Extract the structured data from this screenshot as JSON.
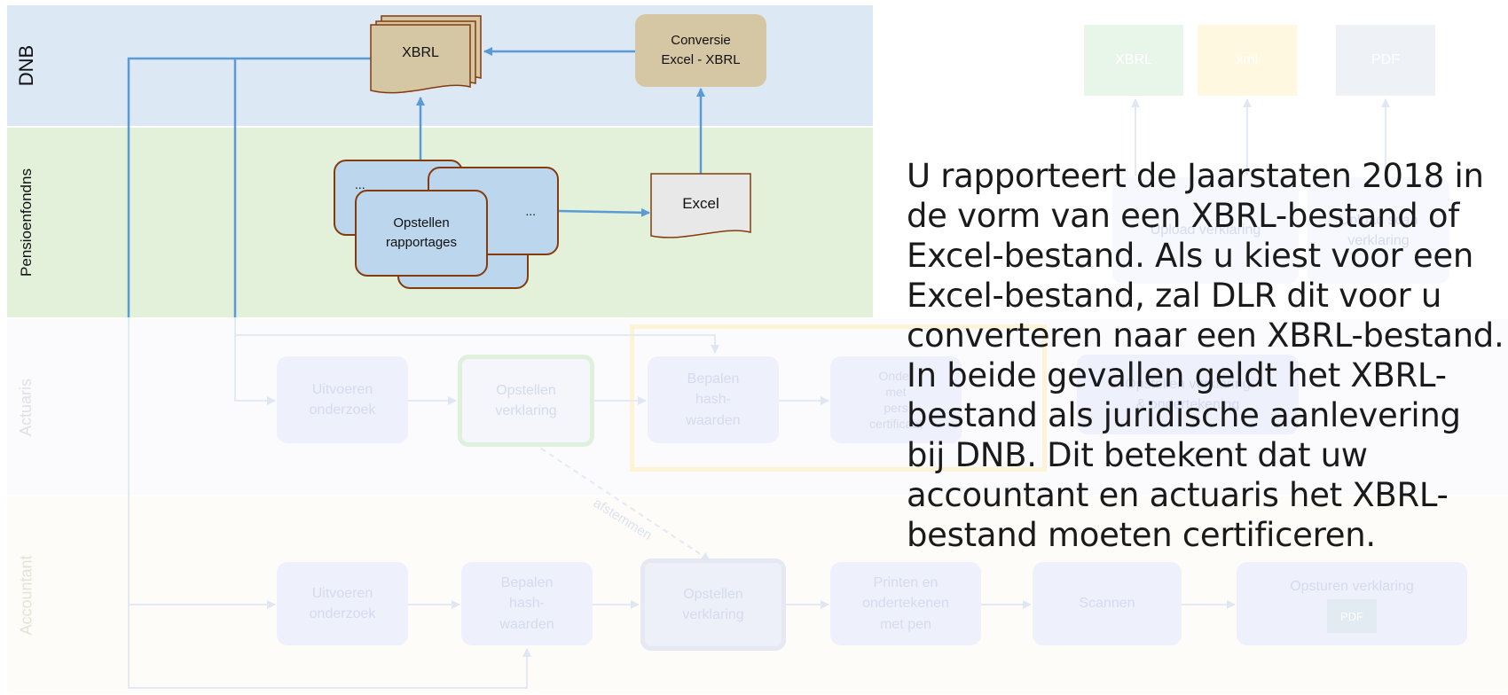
{
  "lanes": {
    "dnb": "DNB",
    "pensioenfonds": "Pensioenfondns",
    "actuaris": "Actuaris",
    "accountant": "Accountant"
  },
  "active": {
    "xbrl_doc": "XBRL",
    "conversie_line1": "Conversie",
    "conversie_line2": "Excel - XBRL",
    "report_back_left": "...",
    "report_back_right": "...",
    "report_back_bottom": "...",
    "report_front_line1": "Opstellen",
    "report_front_line2": "rapportages",
    "excel_doc": "Excel"
  },
  "faded": {
    "top_docs": [
      "XBRL",
      "xml",
      "PDF"
    ],
    "actuaris_steps": [
      "Uitvoeren\nonderzoek",
      "Opstellen\nverklaring",
      "Bepalen\nhash-\nwaarden",
      "Onder\nmet\npers\ncertificaat"
    ],
    "right_steps": [
      "Upload verklaring",
      "Upload scan\nverklaring",
      "Opstellen verklaring\n& ondertekening"
    ],
    "accountant_steps": [
      "Uitvoeren\nonderzoek",
      "Bepalen\nhash-\nwaarden",
      "Opstellen\nverklaring",
      "Printen en\nondertekenen\nmet pen",
      "Scannen",
      "Opsturen verklaring"
    ],
    "pdf_badge": "PDF",
    "afstemmen": "afstemmen"
  },
  "explanation": "U rapporteert de Jaarstaten 2018 in de vorm van een XBRL-bestand of Excel-bestand. Als u kiest voor een Excel-bestand, zal DLR dit voor u converteren naar een XBRL-bestand. In beide gevallen geldt het XBRL-bestand als juridische aanlevering bij DNB. Dit betekent dat uw accountant en actuaris het XBRL-bestand moeten certificeren.",
  "colors": {
    "dnb_lane": "#dde8f5",
    "pensioen_lane": "#e3f0da",
    "actuaris_lane": "#fbfbfe",
    "accountant_lane": "#fdfcf8",
    "arrow": "#5b9bd5",
    "xbrl_fill": "#d6c7a4",
    "box_border": "#843c0c",
    "report_fill": "#bcd6ee",
    "excel_fill": "#e8e8e8",
    "faded_xbrl": "#e8f5e9",
    "faded_xml": "#fff8e1",
    "faded_pdf": "#eef1f6"
  }
}
